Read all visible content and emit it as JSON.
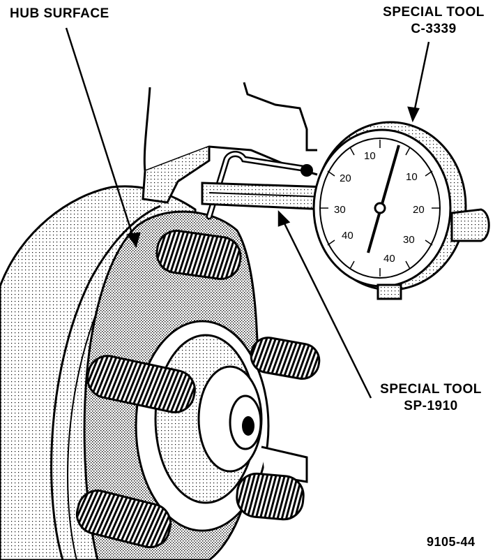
{
  "labels": {
    "hub_surface": "HUB SURFACE",
    "tool_c3339_line1": "SPECIAL TOOL",
    "tool_c3339_line2": "C-3339",
    "tool_sp1910_line1": "SPECIAL TOOL",
    "tool_sp1910_line2": "SP-1910",
    "figure_number": "9105-44"
  },
  "dial": {
    "numbers": [
      "10",
      "20",
      "30",
      "40",
      "20",
      "30",
      "40",
      "10"
    ]
  },
  "colors": {
    "ink": "#000000",
    "paper": "#ffffff",
    "shade": "#9a9a9a"
  }
}
